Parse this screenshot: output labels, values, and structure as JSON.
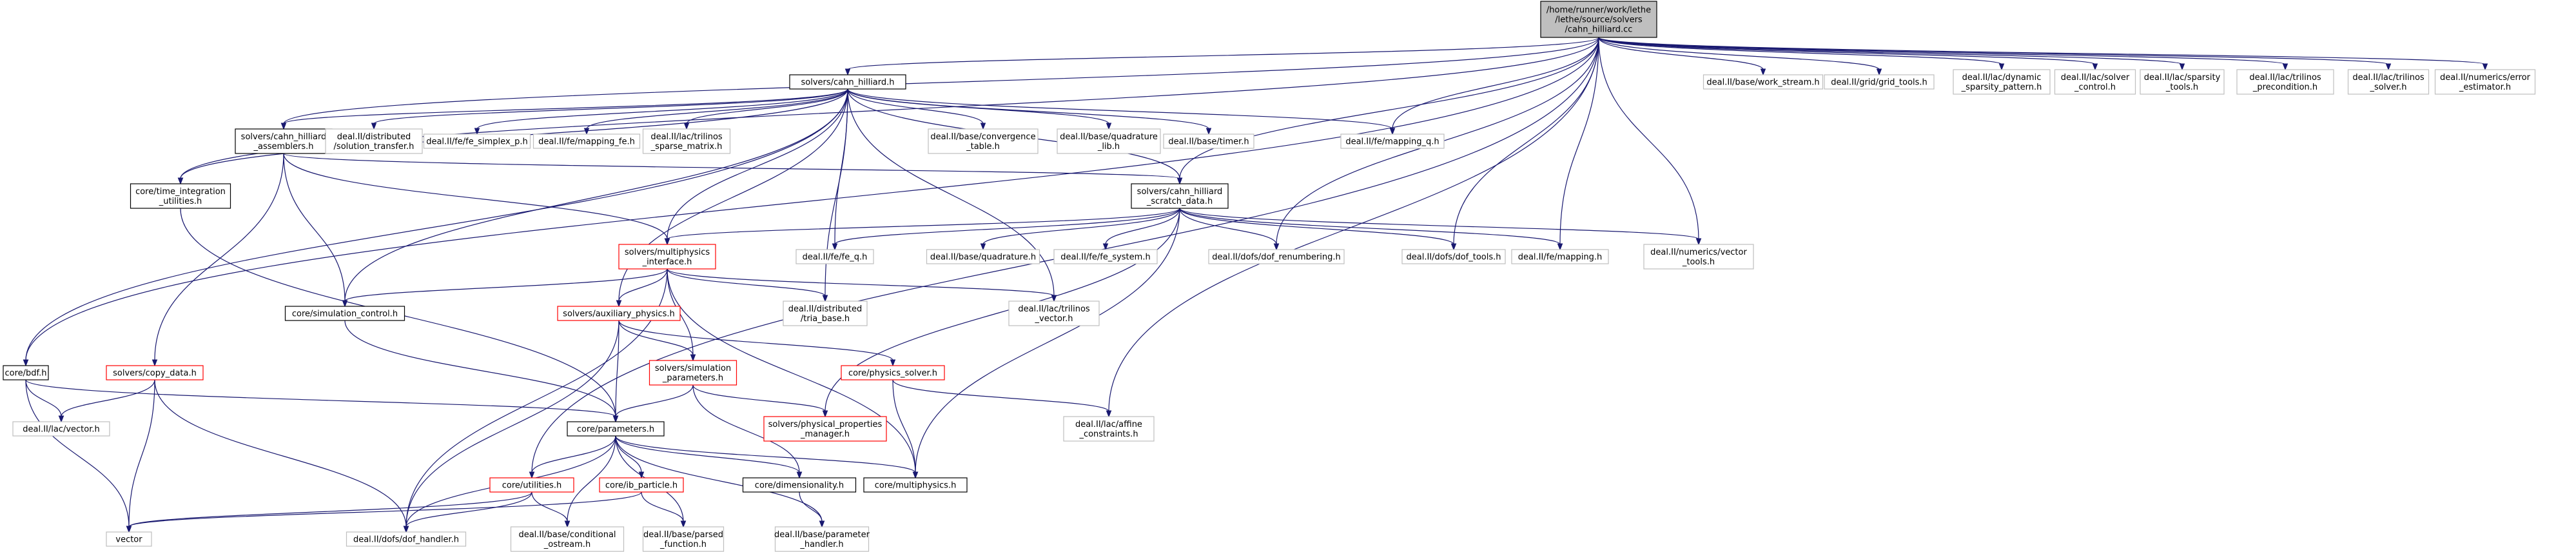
{
  "colors": {
    "edge": "#191970",
    "border_plain": "#bfbfbf",
    "border_file": "#000000",
    "border_incomplete": "#ff0000",
    "fill_root": "#bfbfbf",
    "fill_node": "#ffffff"
  },
  "nodes": [
    {
      "id": "root",
      "label": [
        "/home/runner/work/lethe",
        "/lethe/source/solvers",
        "/cahn_hilliard.cc"
      ],
      "kind": "root"
    },
    {
      "id": "ch_h",
      "label": [
        "solvers/cahn_hilliard.h"
      ],
      "kind": "file"
    },
    {
      "id": "work_stream",
      "label": [
        "deal.II/base/work_stream.h"
      ],
      "kind": "plain"
    },
    {
      "id": "grid_tools",
      "label": [
        "deal.II/grid/grid_tools.h"
      ],
      "kind": "plain"
    },
    {
      "id": "dyn_sparsity",
      "label": [
        "deal.II/lac/dynamic",
        "_sparsity_pattern.h"
      ],
      "kind": "plain"
    },
    {
      "id": "solver_control",
      "label": [
        "deal.II/lac/solver",
        "_control.h"
      ],
      "kind": "plain"
    },
    {
      "id": "sparsity_tools",
      "label": [
        "deal.II/lac/sparsity",
        "_tools.h"
      ],
      "kind": "plain"
    },
    {
      "id": "trilinos_precond",
      "label": [
        "deal.II/lac/trilinos",
        "_precondition.h"
      ],
      "kind": "plain"
    },
    {
      "id": "trilinos_solver",
      "label": [
        "deal.II/lac/trilinos",
        "_solver.h"
      ],
      "kind": "plain"
    },
    {
      "id": "error_estimator",
      "label": [
        "deal.II/numerics/error",
        "_estimator.h"
      ],
      "kind": "plain"
    },
    {
      "id": "ch_assemblers",
      "label": [
        "solvers/cahn_hilliard",
        "_assemblers.h"
      ],
      "kind": "file"
    },
    {
      "id": "dist_solution",
      "label": [
        "deal.II/distributed",
        "/solution_transfer.h"
      ],
      "kind": "plain"
    },
    {
      "id": "fe_simplex",
      "label": [
        "deal.II/fe/fe_simplex_p.h"
      ],
      "kind": "plain"
    },
    {
      "id": "mapping_fe",
      "label": [
        "deal.II/fe/mapping_fe.h"
      ],
      "kind": "plain"
    },
    {
      "id": "trilinos_sparse",
      "label": [
        "deal.II/lac/trilinos",
        "_sparse_matrix.h"
      ],
      "kind": "plain"
    },
    {
      "id": "convergence_table",
      "label": [
        "deal.II/base/convergence",
        "_table.h"
      ],
      "kind": "plain"
    },
    {
      "id": "quadrature_lib",
      "label": [
        "deal.II/base/quadrature",
        "_lib.h"
      ],
      "kind": "plain"
    },
    {
      "id": "timer",
      "label": [
        "deal.II/base/timer.h"
      ],
      "kind": "plain"
    },
    {
      "id": "mapping_q",
      "label": [
        "deal.II/fe/mapping_q.h"
      ],
      "kind": "plain"
    },
    {
      "id": "time_integration",
      "label": [
        "core/time_integration",
        "_utilities.h"
      ],
      "kind": "file"
    },
    {
      "id": "ch_scratch",
      "label": [
        "solvers/cahn_hilliard",
        "_scratch_data.h"
      ],
      "kind": "file"
    },
    {
      "id": "mp_interface",
      "label": [
        "solvers/multiphysics",
        "_interface.h"
      ],
      "kind": "incomplete"
    },
    {
      "id": "fe_q",
      "label": [
        "deal.II/fe/fe_q.h"
      ],
      "kind": "plain"
    },
    {
      "id": "quadrature",
      "label": [
        "deal.II/base/quadrature.h"
      ],
      "kind": "plain"
    },
    {
      "id": "fe_system",
      "label": [
        "deal.II/fe/fe_system.h"
      ],
      "kind": "plain"
    },
    {
      "id": "dof_renumbering",
      "label": [
        "deal.II/dofs/dof_renumbering.h"
      ],
      "kind": "plain"
    },
    {
      "id": "dof_tools",
      "label": [
        "deal.II/dofs/dof_tools.h"
      ],
      "kind": "plain"
    },
    {
      "id": "fe_mapping",
      "label": [
        "deal.II/fe/mapping.h"
      ],
      "kind": "plain"
    },
    {
      "id": "vector_tools",
      "label": [
        "deal.II/numerics/vector",
        "_tools.h"
      ],
      "kind": "plain"
    },
    {
      "id": "sim_control",
      "label": [
        "core/simulation_control.h"
      ],
      "kind": "file"
    },
    {
      "id": "tria_base",
      "label": [
        "deal.II/distributed",
        "/tria_base.h"
      ],
      "kind": "plain"
    },
    {
      "id": "aux_physics",
      "label": [
        "solvers/auxiliary_physics.h"
      ],
      "kind": "incomplete"
    },
    {
      "id": "trilinos_vector",
      "label": [
        "deal.II/lac/trilinos",
        "_vector.h"
      ],
      "kind": "plain"
    },
    {
      "id": "bdf",
      "label": [
        "core/bdf.h"
      ],
      "kind": "file"
    },
    {
      "id": "copy_data",
      "label": [
        "solvers/copy_data.h"
      ],
      "kind": "incomplete"
    },
    {
      "id": "sim_parameters",
      "label": [
        "solvers/simulation",
        "_parameters.h"
      ],
      "kind": "incomplete"
    },
    {
      "id": "physics_solver",
      "label": [
        "core/physics_solver.h"
      ],
      "kind": "incomplete"
    },
    {
      "id": "lac_vector",
      "label": [
        "deal.II/lac/vector.h"
      ],
      "kind": "plain"
    },
    {
      "id": "phys_props",
      "label": [
        "solvers/physical_properties",
        "_manager.h"
      ],
      "kind": "incomplete"
    },
    {
      "id": "affine_constraints",
      "label": [
        "deal.II/lac/affine",
        "_constraints.h"
      ],
      "kind": "plain"
    },
    {
      "id": "parameters",
      "label": [
        "core/parameters.h"
      ],
      "kind": "file"
    },
    {
      "id": "utilities",
      "label": [
        "core/utilities.h"
      ],
      "kind": "incomplete"
    },
    {
      "id": "ib_particle",
      "label": [
        "core/ib_particle.h"
      ],
      "kind": "incomplete"
    },
    {
      "id": "dimensionality",
      "label": [
        "core/dimensionality.h"
      ],
      "kind": "file"
    },
    {
      "id": "multiphysics",
      "label": [
        "core/multiphysics.h"
      ],
      "kind": "file"
    },
    {
      "id": "vector_std",
      "label": [
        "vector"
      ],
      "kind": "plain"
    },
    {
      "id": "dof_handler",
      "label": [
        "deal.II/dofs/dof_handler.h"
      ],
      "kind": "plain"
    },
    {
      "id": "cond_ostream",
      "label": [
        "deal.II/base/conditional",
        "_ostream.h"
      ],
      "kind": "plain"
    },
    {
      "id": "parsed_function",
      "label": [
        "deal.II/base/parsed",
        "_function.h"
      ],
      "kind": "plain"
    },
    {
      "id": "param_handler",
      "label": [
        "deal.II/base/parameter",
        "_handler.h"
      ],
      "kind": "plain"
    }
  ],
  "edges": [
    [
      "root",
      "ch_h"
    ],
    [
      "root",
      "work_stream"
    ],
    [
      "root",
      "grid_tools"
    ],
    [
      "root",
      "dyn_sparsity"
    ],
    [
      "root",
      "solver_control"
    ],
    [
      "root",
      "sparsity_tools"
    ],
    [
      "root",
      "trilinos_precond"
    ],
    [
      "root",
      "trilinos_solver"
    ],
    [
      "root",
      "error_estimator"
    ],
    [
      "root",
      "ch_assemblers"
    ],
    [
      "root",
      "time_integration"
    ],
    [
      "root",
      "ch_scratch"
    ],
    [
      "root",
      "mapping_q"
    ],
    [
      "root",
      "dof_renumbering"
    ],
    [
      "root",
      "dof_tools"
    ],
    [
      "root",
      "fe_mapping"
    ],
    [
      "root",
      "vector_tools"
    ],
    [
      "root",
      "bdf"
    ],
    [
      "root",
      "utilities"
    ],
    [
      "root",
      "affine_constraints"
    ],
    [
      "ch_h",
      "ch_assemblers"
    ],
    [
      "ch_h",
      "dist_solution"
    ],
    [
      "ch_h",
      "fe_simplex"
    ],
    [
      "ch_h",
      "mapping_fe"
    ],
    [
      "ch_h",
      "trilinos_sparse"
    ],
    [
      "ch_h",
      "convergence_table"
    ],
    [
      "ch_h",
      "quadrature_lib"
    ],
    [
      "ch_h",
      "timer"
    ],
    [
      "ch_h",
      "mapping_q"
    ],
    [
      "ch_h",
      "ch_scratch"
    ],
    [
      "ch_h",
      "mp_interface"
    ],
    [
      "ch_h",
      "fe_q"
    ],
    [
      "ch_h",
      "tria_base"
    ],
    [
      "ch_h",
      "aux_physics"
    ],
    [
      "ch_h",
      "trilinos_vector"
    ],
    [
      "ch_h",
      "sim_control"
    ],
    [
      "ch_h",
      "time_integration"
    ],
    [
      "ch_h",
      "bdf"
    ],
    [
      "ch_assemblers",
      "ch_scratch"
    ],
    [
      "ch_assemblers",
      "mp_interface"
    ],
    [
      "ch_assemblers",
      "sim_control"
    ],
    [
      "ch_assemblers",
      "copy_data"
    ],
    [
      "time_integration",
      "parameters"
    ],
    [
      "ch_scratch",
      "mp_interface"
    ],
    [
      "ch_scratch",
      "fe_q"
    ],
    [
      "ch_scratch",
      "quadrature"
    ],
    [
      "ch_scratch",
      "fe_system"
    ],
    [
      "ch_scratch",
      "dof_renumbering"
    ],
    [
      "ch_scratch",
      "dof_tools"
    ],
    [
      "ch_scratch",
      "fe_mapping"
    ],
    [
      "ch_scratch",
      "vector_tools"
    ],
    [
      "ch_scratch",
      "phys_props"
    ],
    [
      "ch_scratch",
      "multiphysics"
    ],
    [
      "mp_interface",
      "sim_control"
    ],
    [
      "mp_interface",
      "tria_base"
    ],
    [
      "mp_interface",
      "aux_physics"
    ],
    [
      "mp_interface",
      "trilinos_vector"
    ],
    [
      "mp_interface",
      "sim_parameters"
    ],
    [
      "mp_interface",
      "multiphysics"
    ],
    [
      "mp_interface",
      "dof_handler"
    ],
    [
      "sim_control",
      "parameters"
    ],
    [
      "aux_physics",
      "sim_parameters"
    ],
    [
      "aux_physics",
      "physics_solver"
    ],
    [
      "aux_physics",
      "parameters"
    ],
    [
      "aux_physics",
      "dof_handler"
    ],
    [
      "bdf",
      "lac_vector"
    ],
    [
      "bdf",
      "parameters"
    ],
    [
      "bdf",
      "vector_std"
    ],
    [
      "copy_data",
      "lac_vector"
    ],
    [
      "copy_data",
      "vector_std"
    ],
    [
      "copy_data",
      "dof_handler"
    ],
    [
      "sim_parameters",
      "parameters"
    ],
    [
      "sim_parameters",
      "phys_props"
    ],
    [
      "sim_parameters",
      "dimensionality"
    ],
    [
      "physics_solver",
      "affine_constraints"
    ],
    [
      "physics_solver",
      "multiphysics"
    ],
    [
      "parameters",
      "utilities"
    ],
    [
      "parameters",
      "ib_particle"
    ],
    [
      "parameters",
      "dimensionality"
    ],
    [
      "parameters",
      "multiphysics"
    ],
    [
      "parameters",
      "dof_handler"
    ],
    [
      "parameters",
      "cond_ostream"
    ],
    [
      "parameters",
      "parsed_function"
    ],
    [
      "parameters",
      "param_handler"
    ],
    [
      "utilities",
      "vector_std"
    ],
    [
      "utilities",
      "dof_handler"
    ],
    [
      "utilities",
      "cond_ostream"
    ],
    [
      "ib_particle",
      "parsed_function"
    ],
    [
      "ib_particle",
      "vector_std"
    ],
    [
      "dimensionality",
      "param_handler"
    ]
  ]
}
